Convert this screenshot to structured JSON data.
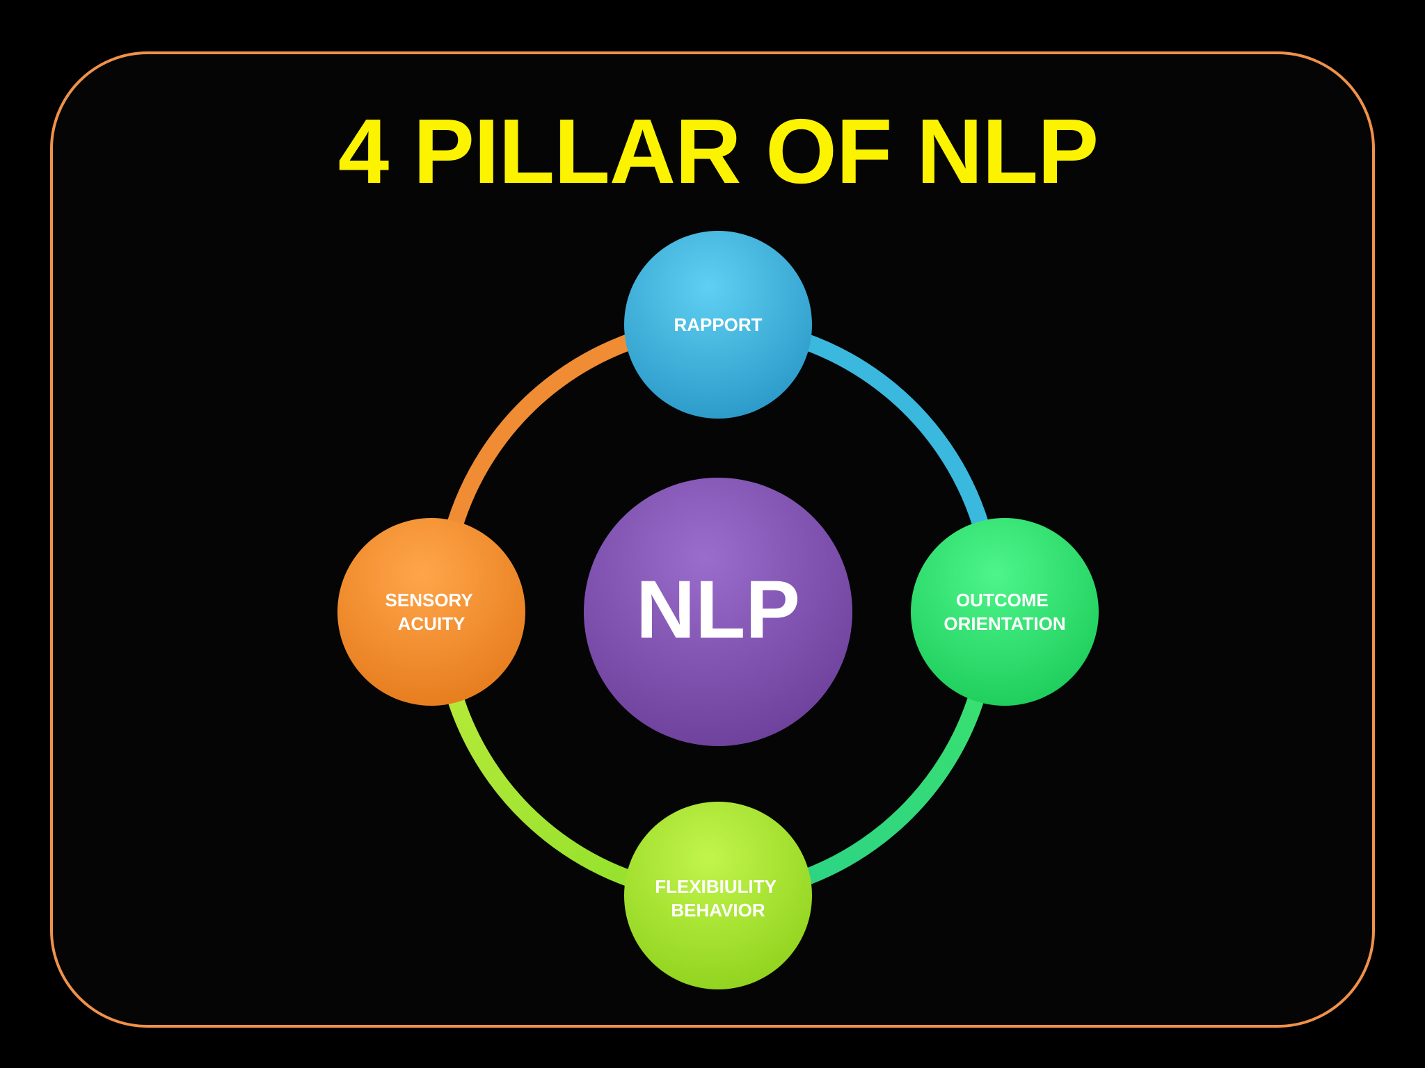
{
  "title": "4 PILLAR OF NLP",
  "colors": {
    "background": "#000000",
    "frame": "#f0914a",
    "title": "#fcf300",
    "center": "#8a5cb6",
    "rapport": "#3ab3dc",
    "outcome": "#2fe46f",
    "flexibility": "#a5e32e",
    "sensory": "#f08a2c"
  },
  "center": {
    "label": "NLP"
  },
  "pillars": {
    "rapport": {
      "lines": [
        "RAPPORT"
      ]
    },
    "outcome": {
      "lines": [
        "OUTCOME",
        "ORIENTATION"
      ]
    },
    "flexibility": {
      "lines": [
        "FLEXIBIULITY",
        "BEHAVIOR"
      ]
    },
    "sensory": {
      "lines": [
        "SENSORY",
        "ACUITY"
      ]
    }
  }
}
